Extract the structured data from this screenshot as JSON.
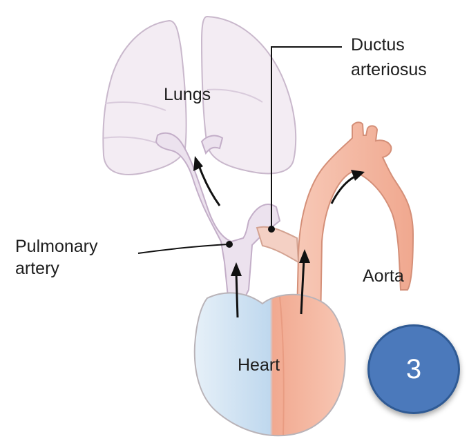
{
  "labels": {
    "ductus_line1": "Ductus",
    "ductus_line2": "arteriosus",
    "lungs": "Lungs",
    "pulmonary_line1": "Pulmonary",
    "pulmonary_line2": "artery",
    "aorta": "Aorta",
    "heart": "Heart"
  },
  "badge": {
    "number": "3"
  },
  "colors": {
    "lung_fill": "#f3ecf3",
    "lung_outline": "#c9b8cc",
    "pulmonary_fill": "#ece2ee",
    "aorta_fill": "#f4b6a1",
    "heart_right": "#cfe2f1",
    "heart_left": "#f1a990",
    "badge_fill": "#4b79bb"
  },
  "icons": [
    "flow-arrow-icon",
    "leader-dot-icon"
  ]
}
